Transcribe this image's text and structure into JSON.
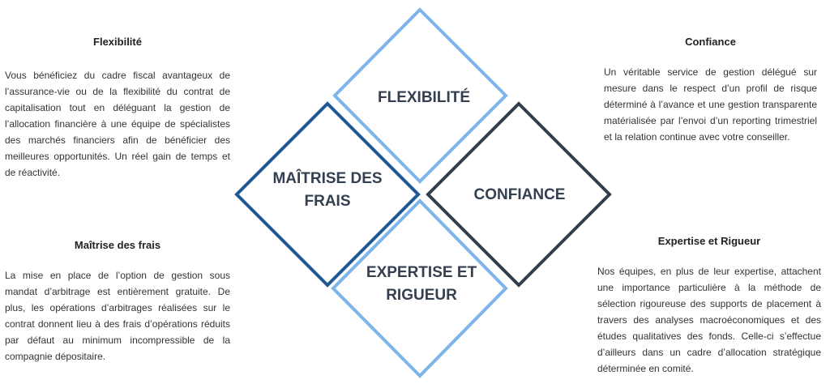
{
  "diagram": {
    "center_labels": {
      "flexibilite": [
        "FLEXIBILITÉ"
      ],
      "maitrise": [
        "MAÎTRISE DES",
        "FRAIS"
      ],
      "confiance": [
        "CONFIANCE"
      ],
      "expertise": [
        "EXPERTISE ET",
        "RIGUEUR"
      ]
    },
    "colors": {
      "flexibilite": "#7db4ea",
      "maitrise": "#1f5a96",
      "confiance": "#34404f",
      "expertise": "#7db4ea"
    }
  },
  "sections": {
    "flexibilite": {
      "title": "Flexibilité",
      "body": "Vous bénéficiez du cadre fiscal avantageux de l’assurance-vie ou de la flexibilité du contrat de capitalisation tout en déléguant la gestion de l’allocation financière à une équipe de spécialistes des marchés financiers afin de bénéficier des meilleures opportunités. Un réel gain de temps et de réactivité."
    },
    "confiance": {
      "title": "Confiance",
      "body": "Un véritable service de gestion délégué sur mesure dans le respect d’un profil de risque déterminé à l’avance et une gestion transparente matérialisée par l’envoi d’un reporting trimestriel et la relation continue avec votre conseiller."
    },
    "maitrise": {
      "title": "Maîtrise des frais",
      "body": "La mise en place de l’option de gestion sous mandat d’arbitrage est entièrement gratuite. De plus, les opérations d’arbitrages réalisées sur le contrat donnent lieu à des frais d’opérations réduits par défaut au minimum incompressible de la compagnie dépositaire."
    },
    "expertise": {
      "title": "Expertise et Rigueur",
      "body": "Nos équipes, en plus de leur expertise, attachent une importance particulière à la méthode de sélection rigoureuse des supports de placement à travers des analyses macroéconomiques et des études qualitatives des fonds. Celle-ci s’effectue d’ailleurs dans un cadre d’allocation stratégique déterminée en comité."
    }
  }
}
